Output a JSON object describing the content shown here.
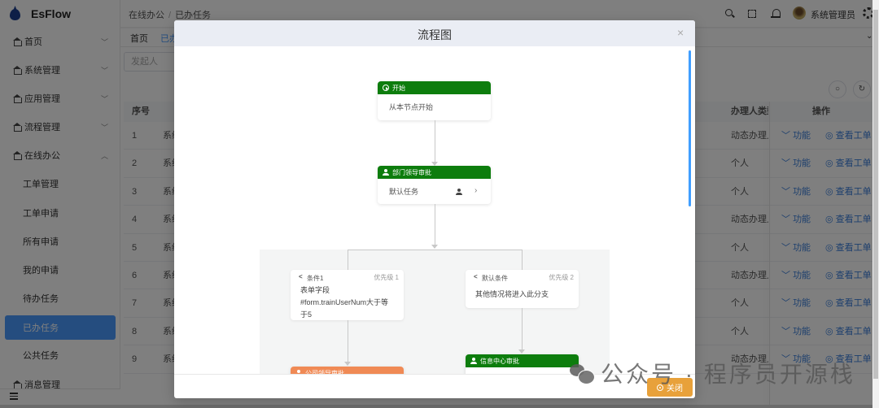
{
  "app": {
    "title": "EsFlow"
  },
  "sidebar": {
    "menu": [
      {
        "label": "首页",
        "chevron": "﹀"
      },
      {
        "label": "系统管理",
        "chevron": "﹀"
      },
      {
        "label": "应用管理",
        "chevron": "﹀"
      },
      {
        "label": "流程管理",
        "chevron": "﹀"
      },
      {
        "label": "在线办公",
        "chevron": "︿"
      }
    ],
    "submenu": [
      {
        "label": "工单管理"
      },
      {
        "label": "工单申请"
      },
      {
        "label": "所有申请"
      },
      {
        "label": "我的申请"
      },
      {
        "label": "待办任务"
      },
      {
        "label": "已办任务",
        "active": true
      },
      {
        "label": "公共任务"
      }
    ],
    "partial_item": {
      "label": "消息管理"
    }
  },
  "header": {
    "breadcrumb": [
      "在线办公",
      "已办任务"
    ],
    "separator": "/",
    "user_name": "系统管理员"
  },
  "tabs": [
    {
      "label": "首页"
    },
    {
      "label": "已办任务",
      "active": true
    }
  ],
  "tabs_menu_chevron": "⌄",
  "search": {
    "placeholder": "发起人"
  },
  "toolbar": {
    "search_glyph": "○",
    "refresh_glyph": "↻"
  },
  "table": {
    "columns": {
      "index": "序号",
      "handler_type": "办理人类型",
      "actions": "操作"
    },
    "action_labels": {
      "function": "功能",
      "view": "查看工单"
    },
    "rows": [
      {
        "index": "1",
        "col2": "系统",
        "handler_type": "动态办理人"
      },
      {
        "index": "2",
        "col2": "系统",
        "handler_type": "个人"
      },
      {
        "index": "3",
        "col2": "系统",
        "handler_type": "个人"
      },
      {
        "index": "4",
        "col2": "系统",
        "handler_type": "动态办理人"
      },
      {
        "index": "5",
        "col2": "系统",
        "handler_type": "个人"
      },
      {
        "index": "6",
        "col2": "系统",
        "handler_type": "动态办理人"
      },
      {
        "index": "7",
        "col2": "系统",
        "handler_type": "个人"
      },
      {
        "index": "8",
        "col2": "系统",
        "handler_type": "个人"
      },
      {
        "index": "9",
        "col2": "系统",
        "handler_type": "动态办理人"
      }
    ]
  },
  "modal": {
    "title": "流程图",
    "close_glyph": "×",
    "footer": {
      "close_label": "关闭"
    },
    "flow": {
      "start": {
        "title": "开始",
        "text": "从本节点开始"
      },
      "dept_approval": {
        "title": "部门领导审批",
        "text": "默认任务",
        "chevron": "›"
      },
      "condition1": {
        "title": "条件1",
        "priority": "优先级 1",
        "text": "表单字段 #form.trainUserNum大于等于5"
      },
      "default_condition": {
        "title": "默认条件",
        "priority": "优先级 2",
        "text": "其他情况将进入此分支"
      },
      "company_approval": {
        "title": "公司领导审批"
      },
      "info_center_approval": {
        "title": "信息中心审批"
      }
    }
  },
  "watermark": {
    "text": "公众号 · 程序员开源栈"
  },
  "colors": {
    "accent": "#4a9bff",
    "node_green": "#0d7d0d",
    "node_orange": "#f08a55",
    "close_button": "#e8a13a",
    "modal_header": "#eaedf4"
  }
}
